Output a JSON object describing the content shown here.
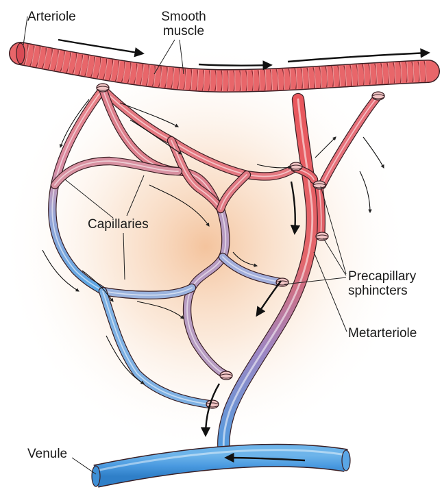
{
  "labels": {
    "arteriole": "Arteriole",
    "smooth_muscle_line1": "Smooth",
    "smooth_muscle_line2": "muscle",
    "capillaries": "Capillaries",
    "precapillary_line1": "Precapillary",
    "precapillary_line2": "sphincters",
    "metarteriole": "Metarteriole",
    "venule": "Venule"
  },
  "colors": {
    "arterial": "#e8666a",
    "arterial_light": "#f3a0a0",
    "venous": "#4b9be0",
    "venous_light": "#a9cdee",
    "transition": "#b3a7c9",
    "glow": "#f6c9a3",
    "outline": "#3a1f24"
  }
}
